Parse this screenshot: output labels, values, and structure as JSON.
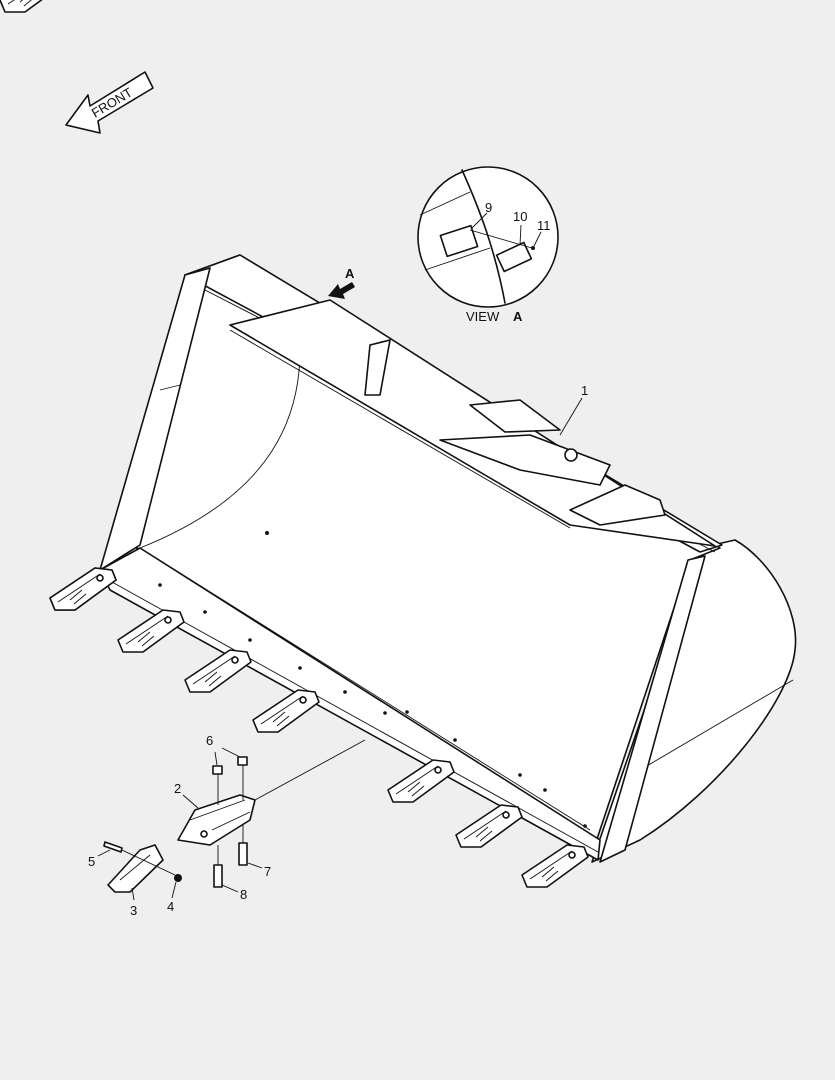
{
  "front_arrow": {
    "label": "FRONT"
  },
  "view_marker": {
    "label": "A"
  },
  "detail_view": {
    "prefix": "VIEW",
    "letter": "A"
  },
  "callouts": [
    "1",
    "2",
    "3",
    "4",
    "5",
    "6",
    "7",
    "8",
    "9",
    "10",
    "11"
  ]
}
